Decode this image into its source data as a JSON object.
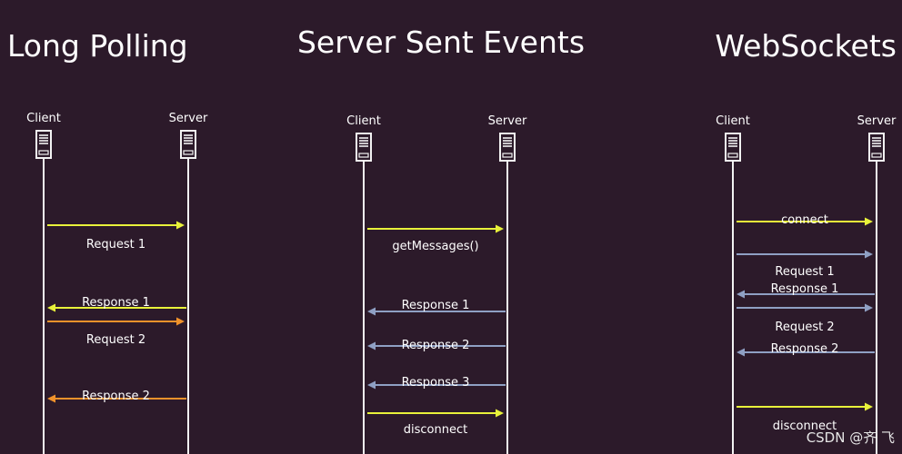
{
  "diagrams": [
    {
      "title": "Long Polling",
      "client_label": "Client",
      "server_label": "Server",
      "messages": [
        {
          "label": "Request 1",
          "direction": "to-server",
          "color": "#e8f23a"
        },
        {
          "label": "Response 1",
          "direction": "to-client",
          "color": "#e8f23a"
        },
        {
          "label": "Request 2",
          "direction": "to-server",
          "color": "#f0922b"
        },
        {
          "label": "Response 2",
          "direction": "to-client",
          "color": "#f0922b"
        }
      ]
    },
    {
      "title": "Server Sent Events",
      "client_label": "Client",
      "server_label": "Server",
      "messages": [
        {
          "label": "getMessages()",
          "direction": "to-server",
          "color": "#e8f23a"
        },
        {
          "label": "Response 1",
          "direction": "to-client",
          "color": "#8fa0c4"
        },
        {
          "label": "Response 2",
          "direction": "to-client",
          "color": "#8fa0c4"
        },
        {
          "label": "Response 3",
          "direction": "to-client",
          "color": "#8fa0c4"
        },
        {
          "label": "disconnect",
          "direction": "to-server",
          "color": "#e8f23a"
        }
      ]
    },
    {
      "title": "WebSockets",
      "client_label": "Client",
      "server_label": "Server",
      "messages": [
        {
          "label": "connect",
          "direction": "to-server",
          "color": "#e8f23a"
        },
        {
          "label": "Request 1",
          "direction": "to-server",
          "color": "#8fa0c4"
        },
        {
          "label": "Response 1",
          "direction": "to-client",
          "color": "#8fa0c4"
        },
        {
          "label": "Request 2",
          "direction": "to-server",
          "color": "#8fa0c4"
        },
        {
          "label": "Response 2",
          "direction": "to-client",
          "color": "#8fa0c4"
        },
        {
          "label": "disconnect",
          "direction": "to-server",
          "color": "#e8f23a"
        }
      ]
    }
  ],
  "watermark": "CSDN @齐 飞",
  "colors": {
    "background": "#2c1a2a",
    "lifeline": "#f2f2f2",
    "text": "#ffffff"
  }
}
